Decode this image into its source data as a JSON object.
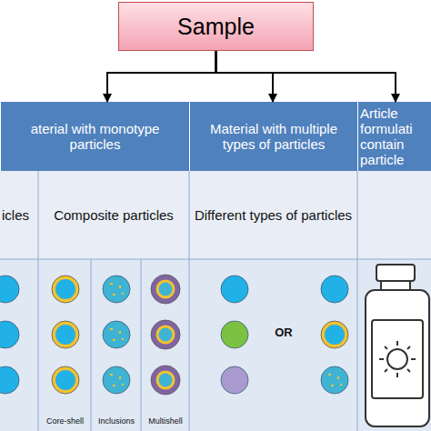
{
  "diagram": {
    "nodes": [
      {
        "text": [
          "Sample"
        ]
      },
      {
        "text": [
          "aterial with monotype particles"
        ]
      },
      {
        "text": [
          "Material with multiple types of particles"
        ]
      },
      {
        "text": [
          "Article formulati contain particle"
        ]
      }
    ],
    "edges": [
      {
        "from": 0,
        "to": 1,
        "arrow": "to"
      },
      {
        "from": 0,
        "to": 2,
        "arrow": "to"
      },
      {
        "from": 0,
        "to": 3,
        "arrow": "to"
      }
    ],
    "labels": [
      "icles",
      "Composite particles",
      "Different types of particles",
      "OR",
      "Core-shell",
      "Inclusions",
      "Multishell"
    ]
  }
}
